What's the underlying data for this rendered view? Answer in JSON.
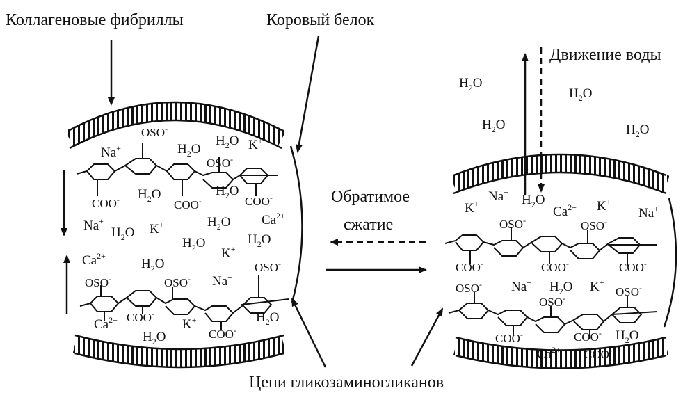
{
  "labels": {
    "collagen": "Коллагеновые фибриллы",
    "core_protein": "Коровый белок",
    "water_movement": "Движение воды",
    "reversible_1": "Обратимое",
    "reversible_2": "сжатие",
    "gag_chains": "Цепи гликозаминогликанов"
  },
  "chem": {
    "water": "H",
    "water_sub": "2",
    "water_o": "O",
    "na": "Na",
    "na_sup": "+",
    "k": "K",
    "k_sup": "+",
    "ca": "Ca",
    "ca_sup": "2+",
    "oso": "OSO",
    "oso_sup": "-",
    "coo": "COO",
    "coo_sup": "-"
  },
  "colors": {
    "ink": "#111111",
    "background": "#ffffff"
  }
}
